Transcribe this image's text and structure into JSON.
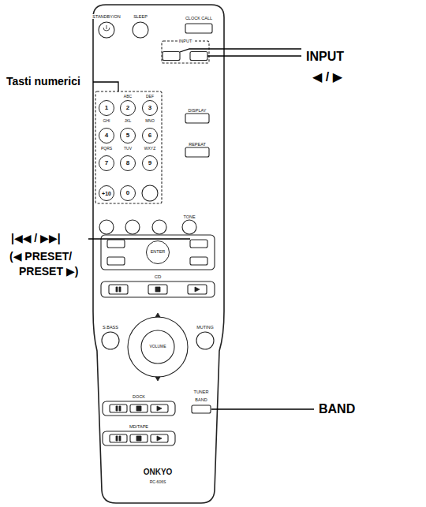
{
  "diagram": {
    "nodes": [
      {
        "text": [
          "1"
        ]
      },
      {
        "text": [
          "2"
        ]
      },
      {
        "text": [
          "3"
        ]
      },
      {
        "text": [
          "4"
        ]
      },
      {
        "text": [
          "5"
        ]
      },
      {
        "text": [
          "6"
        ]
      },
      {
        "text": [
          "7"
        ]
      },
      {
        "text": [
          "8"
        ]
      },
      {
        "text": [
          "9"
        ]
      },
      {
        "text": [
          "+10"
        ]
      },
      {
        "text": [
          "0"
        ]
      },
      {
        "text": [
          "ENTER"
        ]
      }
    ],
    "labels": [
      "STANDBY/ON",
      "SLEEP",
      "CLOCK CALL",
      "INPUT",
      "INPUT",
      "◀ / ▶",
      "Tasti numerici",
      "ABC",
      "DEF",
      "GHI",
      "JKL",
      "MNO",
      "PQRS",
      "TUV",
      "WXYZ",
      "DISPLAY",
      "REPEAT",
      "TONE",
      "|◀◀ / ▶▶|",
      "(◀ PRESET/",
      "PRESET ▶)",
      "CD",
      "S.BASS",
      "MUTING",
      "VOLUME",
      "DOCK",
      "TUNER",
      "BAND",
      "BAND",
      "MD/TAPE",
      "ONKYO",
      "RC-606S"
    ]
  }
}
